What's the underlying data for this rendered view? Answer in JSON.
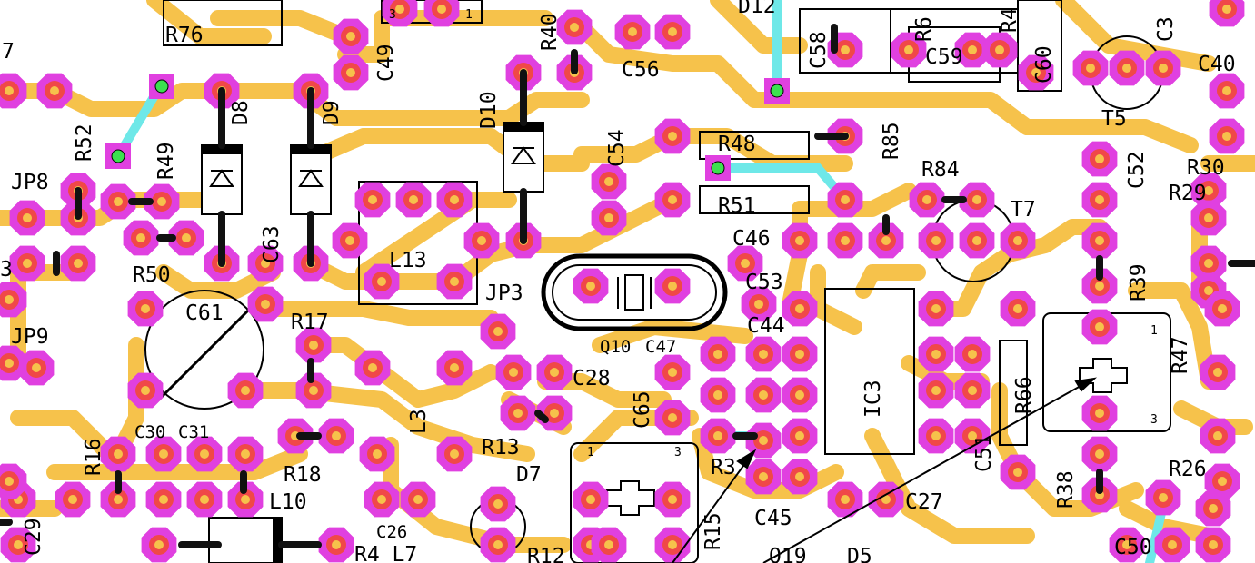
{
  "labels": {
    "R76": "R76",
    "C49": "C49",
    "R40": "R40",
    "D12": "D12",
    "C58": "C58",
    "R6": "R6",
    "C59": "C59",
    "R4": "R4",
    "C60": "C60",
    "C3": "C3",
    "C40": "C40",
    "C56": "C56",
    "D10": "D10",
    "C54": "C54",
    "R48": "R48",
    "R85": "R85",
    "R84": "R84",
    "T5": "T5",
    "C52": "C52",
    "R30": "R30",
    "R29": "R29",
    "T7": "T7",
    "R51": "R51",
    "C46": "C46",
    "R52": "R52",
    "R49": "R49",
    "D8": "D8",
    "D9": "D9",
    "JP8": "JP8",
    "C63": "C63",
    "L13": "L13",
    "R50": "R50",
    "C61": "C61",
    "JP3": "JP3",
    "C53": "C53",
    "R39": "R39",
    "JP9": "JP9",
    "R17": "R17",
    "C44": "C44",
    "Q10": "Q10",
    "C47": "C47",
    "R47": "R47",
    "IC3": "IC3",
    "R66": "R66",
    "C28": "C28",
    "C65": "C65",
    "L3": "L3",
    "C30": "C30",
    "C31": "C31",
    "R16": "R16",
    "R13": "R13",
    "R18": "R18",
    "D7": "D7",
    "R3": "R3",
    "C51": "C51",
    "R38": "R38",
    "R26": "R26",
    "C29": "C29",
    "L10": "L10",
    "C26": "C26",
    "R15": "R15",
    "C45": "C45",
    "C27": "C27",
    "C50": "C50",
    "R4b": "R4 L7",
    "R12": "R12",
    "Q19": "Q19",
    "D5": "D5",
    "C3b": "3",
    "t1": "1",
    "t3": "3",
    "t1b": "1",
    "t3b": "3",
    "JPleft": "3",
    "R7": "7",
    "box3": "3",
    "box1": "1"
  },
  "colors": {
    "trace": "#f6c24b",
    "pad_outer": "#e040e0",
    "pad_inner": "#f04848",
    "jumper": "#6ee8e8",
    "via_green": "#3ce050",
    "silk": "#000000"
  }
}
